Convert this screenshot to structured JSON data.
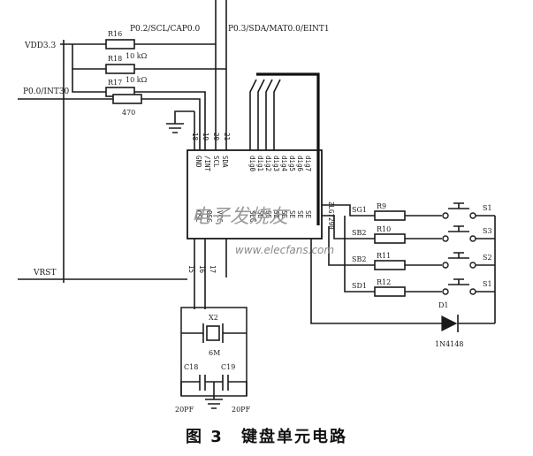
{
  "caption": {
    "figure_no": "图 3",
    "title": "键盘单元电路"
  },
  "nets": {
    "p02": "P0.2/SCL/CAP0.0",
    "p03": "P0.3/SDA/MAT0.0/EINT1",
    "vdd": "VDD3.3",
    "p30": "P0.0/INT30",
    "vrst": "VRST"
  },
  "resistors": {
    "r16": {
      "ref": "R16",
      "value": ""
    },
    "r18": {
      "ref": "R18",
      "value": "10 kΩ"
    },
    "r17": {
      "ref": "R17",
      "value": "10 kΩ"
    },
    "r17b": {
      "ref": "",
      "value": "470"
    },
    "r9": {
      "ref": "R9"
    },
    "r10": {
      "ref": "R10"
    },
    "r11": {
      "ref": "R11"
    },
    "r12": {
      "ref": "R12"
    }
  },
  "chip": {
    "top_pins": [
      "GND",
      "/INT",
      "SCL",
      "SDA"
    ],
    "top_nums": [
      "18",
      "19",
      "20",
      "21"
    ],
    "right_top_pins": [
      "dig0",
      "dig1",
      "dig2",
      "dig3",
      "dig4",
      "dig5",
      "dig6",
      "dig7"
    ],
    "seg_pins": [
      "SEG",
      "SE",
      "SE",
      "SE",
      "SE",
      "SE",
      "SE",
      "SE"
    ],
    "left_pins": [
      "OSC",
      "OSC",
      "VCC"
    ],
    "bottom_nums": [
      "15",
      "16",
      "17"
    ],
    "right_pin": "ZLG7290"
  },
  "switches": [
    {
      "net": "SG1",
      "res": "R9",
      "sw": "S1"
    },
    {
      "net": "SB2",
      "res": "R10",
      "sw": "S3"
    },
    {
      "net": "SB2",
      "res": "R11",
      "sw": "S2"
    },
    {
      "net": "SD1",
      "res": "R12",
      "sw": "S1"
    }
  ],
  "diode": {
    "ref": "D1",
    "part": "1N4148"
  },
  "crystal": {
    "ref": "X2",
    "freq": "6M"
  },
  "caps": {
    "c18": {
      "ref": "C18",
      "value": "20PF"
    },
    "c19": {
      "ref": "C19",
      "value": "20PF"
    }
  },
  "watermark": {
    "cn": "电子发烧友",
    "url": "www.elecfans.com"
  }
}
